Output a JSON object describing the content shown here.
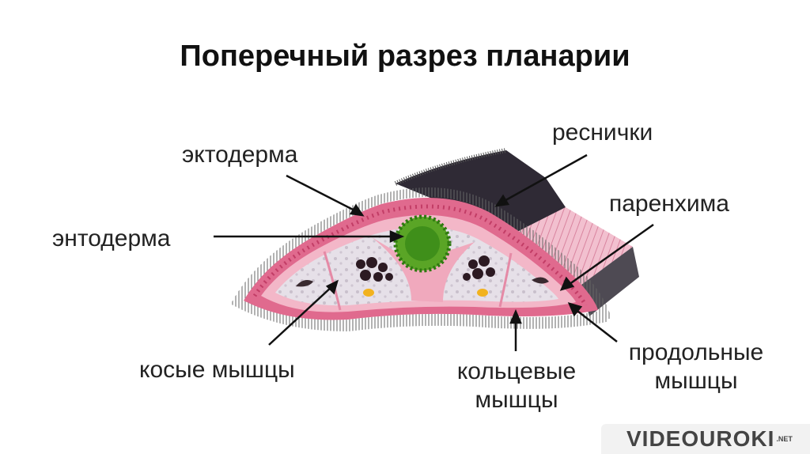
{
  "title": "Поперечный разрез планарии",
  "labels": {
    "ectoderm": "эктодерма",
    "cilia": "реснички",
    "entoderm": "энтодерма",
    "parenchyma": "паренхима",
    "oblique_muscles": "косые мышцы",
    "circular_muscles_1": "кольцевые",
    "circular_muscles_2": "мышцы",
    "longitudinal_muscles_1": "продольные",
    "longitudinal_muscles_2": "мышцы"
  },
  "logo": {
    "text": "VIDEOUROKI",
    "suffix": ".NET"
  },
  "colors": {
    "epidermis": "#e06a8e",
    "muscle_pink": "#f3b7c8",
    "parenchyma": "#e4dde6",
    "gut": "#5aa526",
    "cilia": "#555555",
    "dorsal": "#2f2a35"
  }
}
